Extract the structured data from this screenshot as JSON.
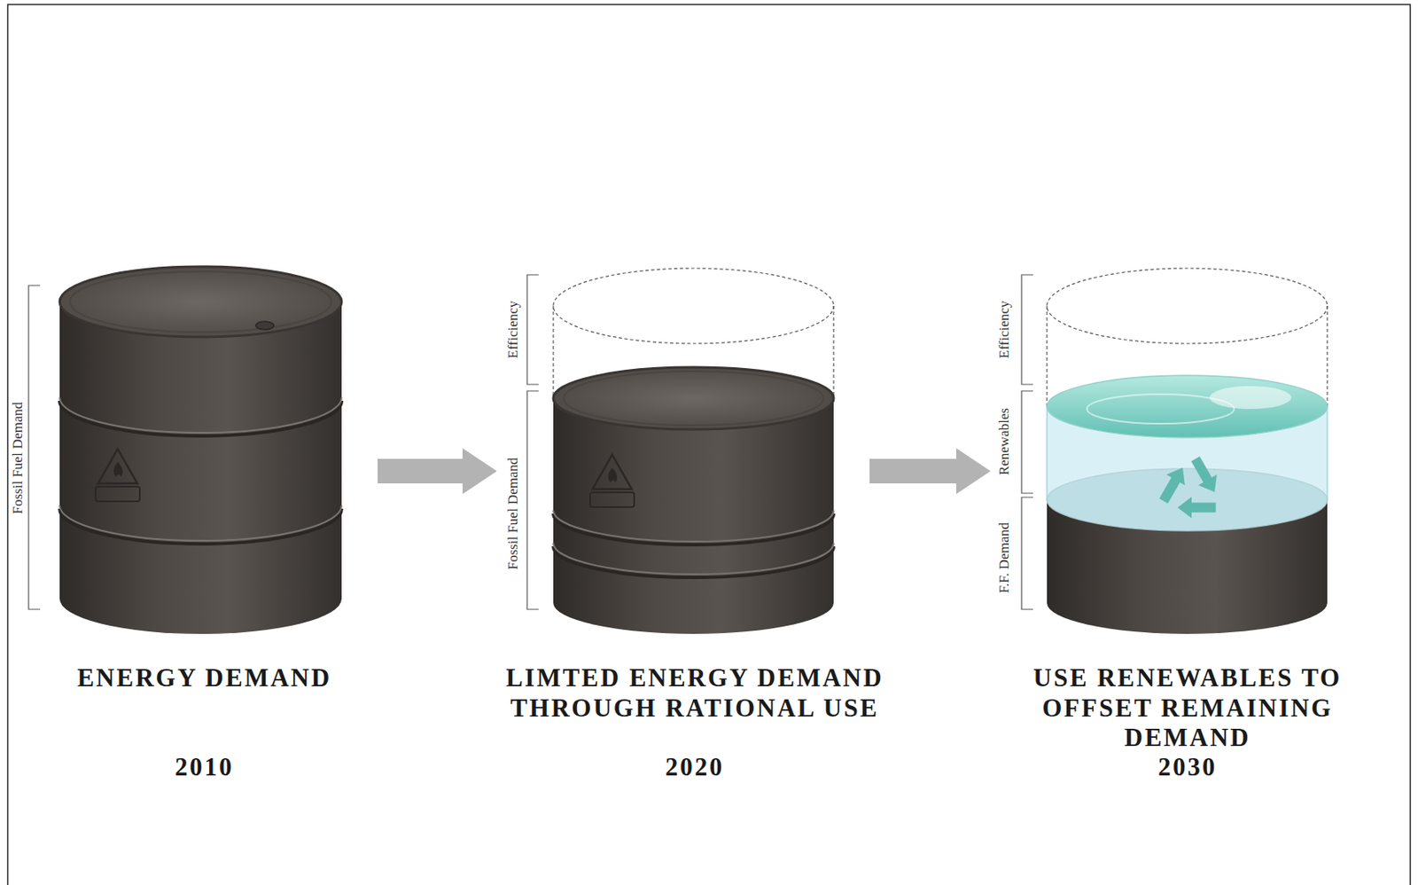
{
  "diagram": {
    "nodes": [
      {
        "text": [
          "ENERGY DEMAND",
          "2010"
        ]
      },
      {
        "text": [
          "LIMTED ENERGY DEMAND THROUGH RATIONAL USE",
          "2020"
        ]
      },
      {
        "text": [
          "USE RENEWABLES TO OFFSET REMAINING DEMAND",
          "2030"
        ]
      }
    ],
    "edges": [
      {
        "from": 0,
        "to": 1,
        "arrow": "to"
      },
      {
        "from": 1,
        "to": 2,
        "arrow": "to"
      }
    ],
    "labels": [
      "Fossil Fuel Demand",
      "Efficiency",
      "Fossil Fuel Demand",
      "Efficiency",
      "Renewables",
      "F.F. Demand"
    ]
  }
}
